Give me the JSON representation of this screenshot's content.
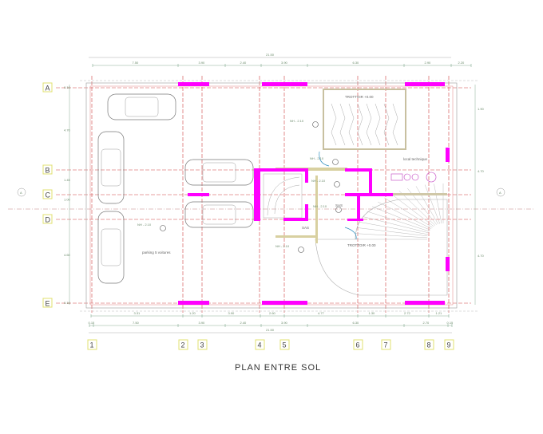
{
  "drawing": {
    "title": "PLAN  ENTRE SOL",
    "colors": {
      "wall": "#ff00ff",
      "axis": "#d04040",
      "dimension": "#6a9a7a",
      "grid_tag": "#e0e070",
      "outline": "#888888"
    },
    "rows": [
      "A",
      "B",
      "C",
      "D",
      "E"
    ],
    "columns": [
      "1",
      "2",
      "3",
      "4",
      "5",
      "6",
      "7",
      "8",
      "9"
    ],
    "top_dims": {
      "total": "21.50",
      "segments": [
        "7.50",
        "3.90",
        "2.40",
        "3.90",
        "6.30",
        "2.90",
        "2.20"
      ]
    },
    "bottom_dims": {
      "row1": [
        "3.31",
        "1.20",
        "3.90",
        "2.60",
        "4.77",
        "1.30",
        "2.72",
        "1.21"
      ],
      "row2": [
        "0.15",
        "7.50",
        "3.90",
        "2.40",
        "3.90",
        "6.30",
        "2.70",
        "0.15"
      ],
      "total": "21.50"
    },
    "left_dims": [
      "0.10",
      "4.70",
      "1.45",
      "1.00",
      "4.60",
      "0.10"
    ],
    "right_dims": [
      "1.90",
      "4.70",
      "4.70"
    ],
    "rooms": {
      "parking": "parking 5 voitures",
      "sidewalk_top": "TROTTOIR +0.00",
      "sidewalk_bottom": "TROTTOIR +0.00",
      "technical": "local technique",
      "sas1": "SAS",
      "sas2": "SAS"
    },
    "levels": [
      "NH - 2.10",
      "NH - 2.10",
      "NH - 2.10",
      "NH - 2.10",
      "NH - 2.10",
      "NH - 2.10"
    ],
    "section_marks": [
      "A",
      "A"
    ]
  }
}
